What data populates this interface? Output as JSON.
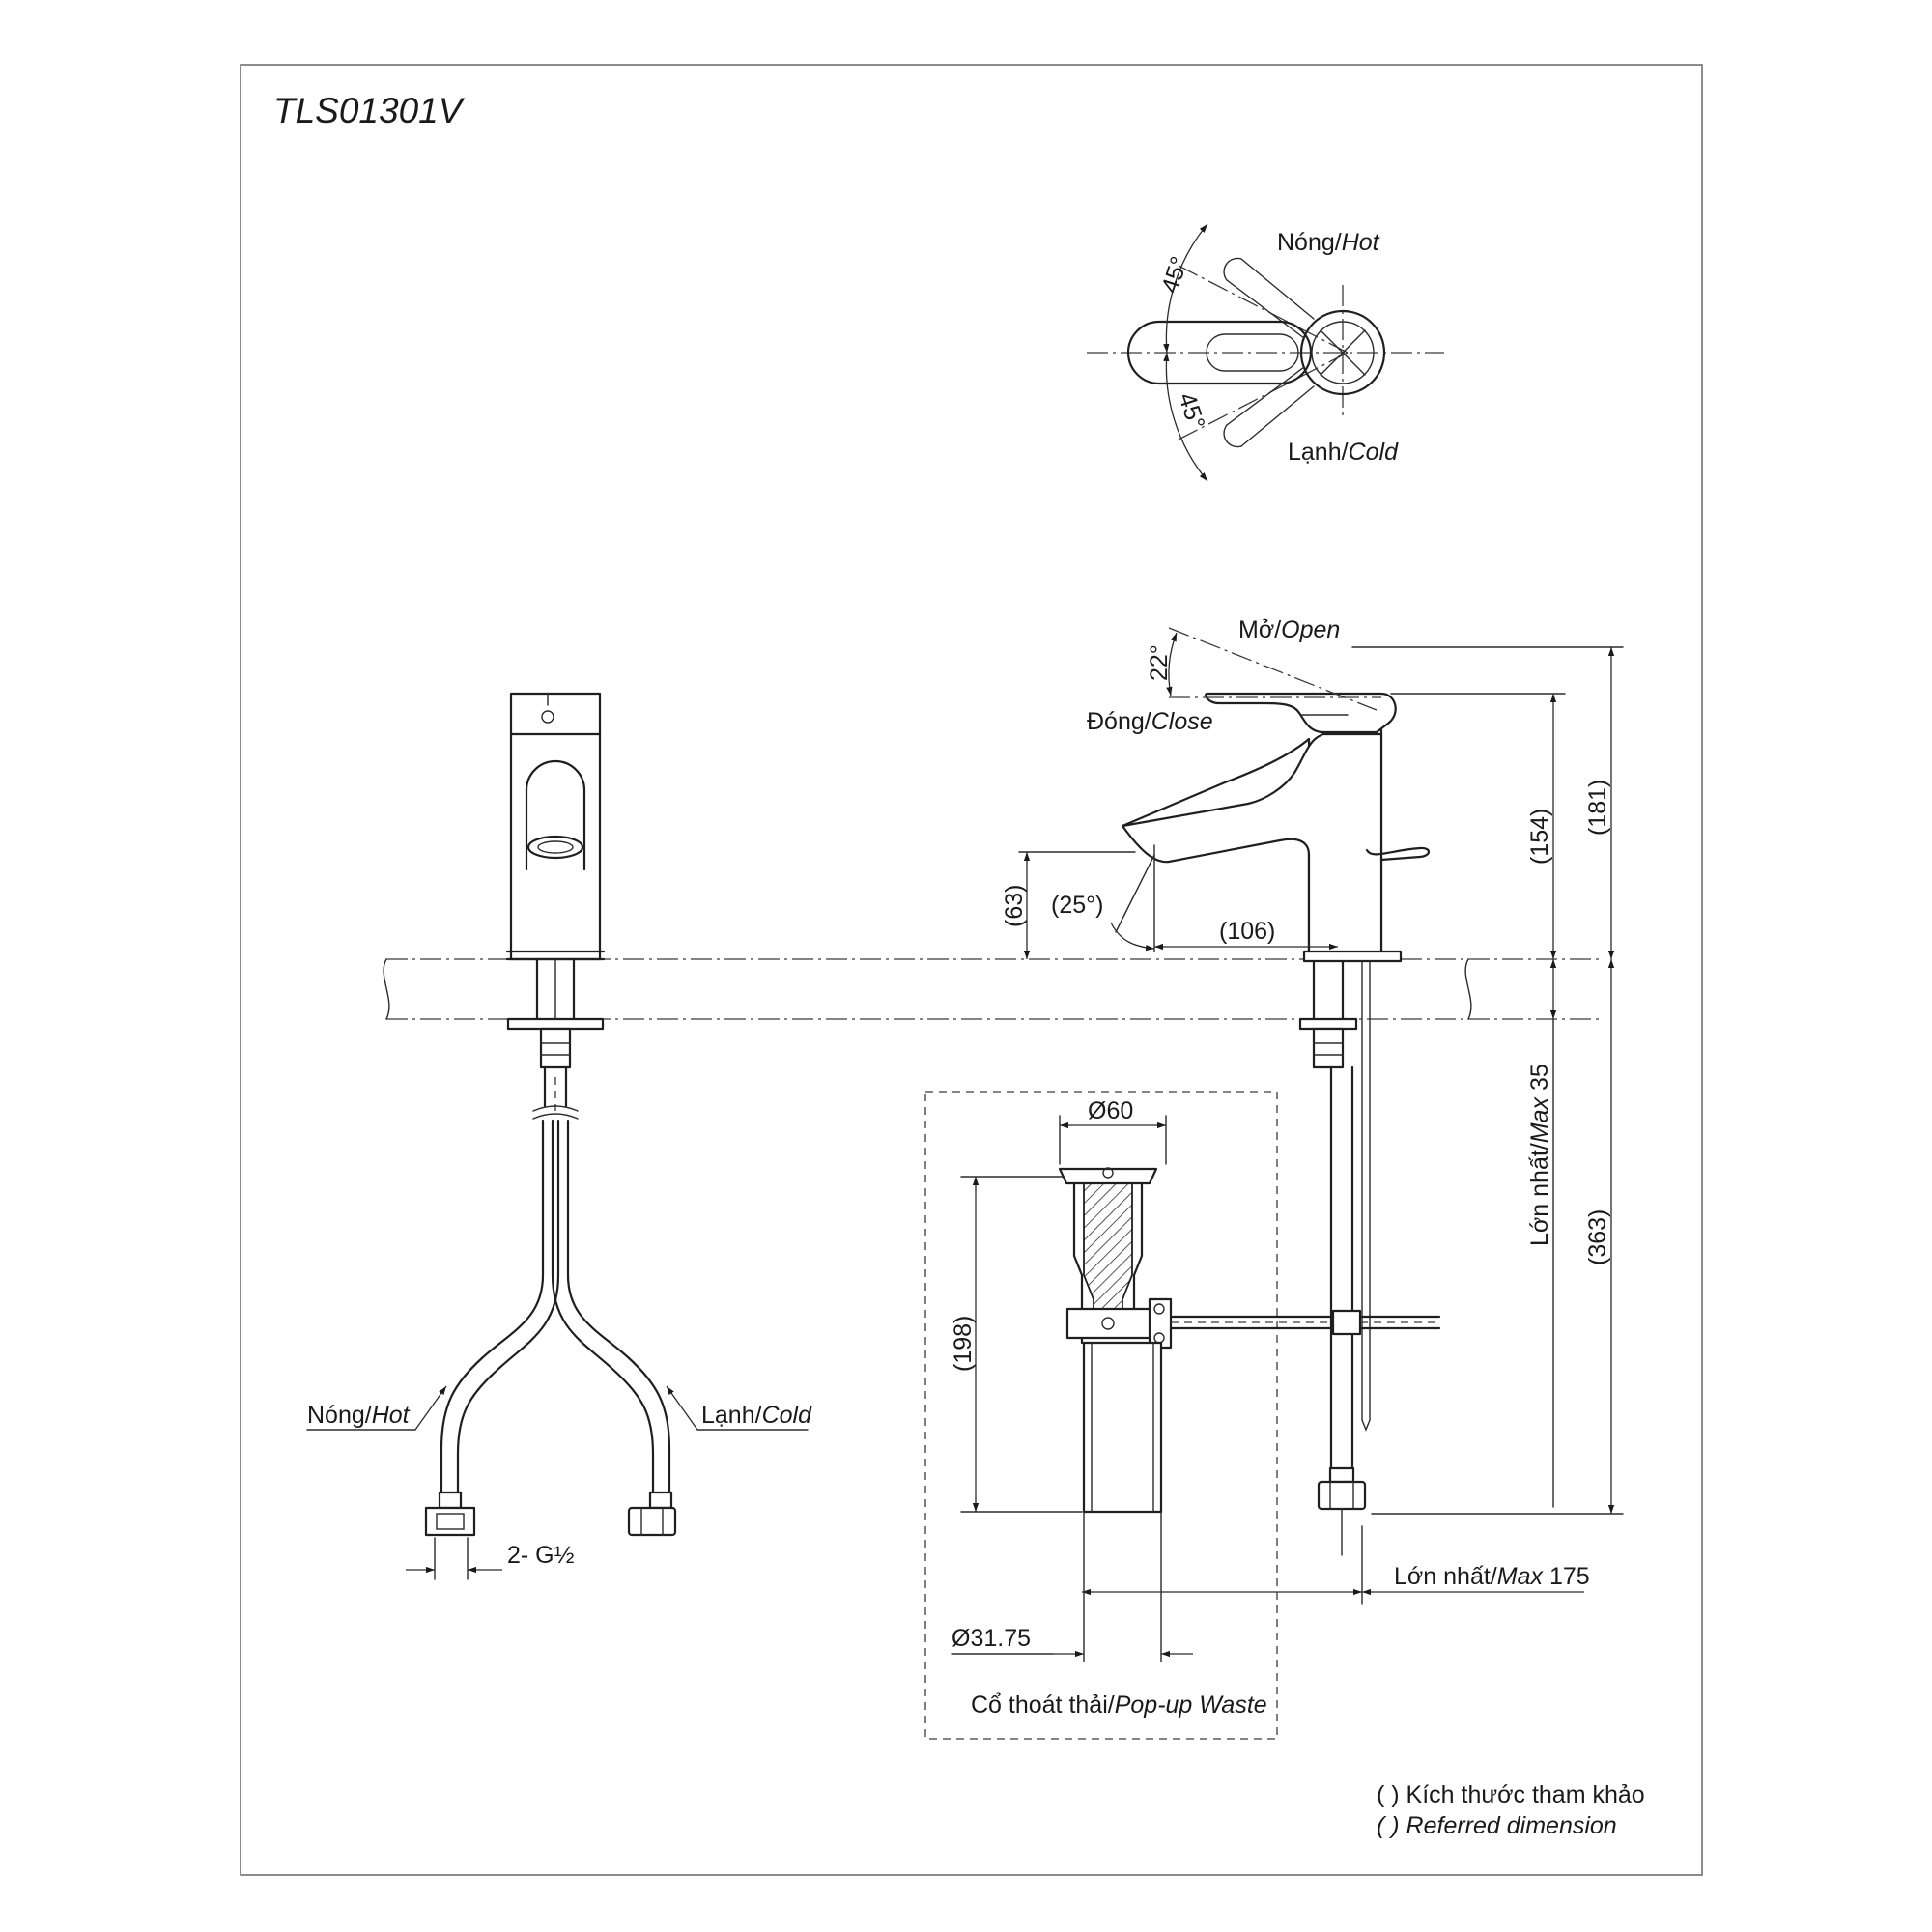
{
  "model": "TLS01301V",
  "top_view": {
    "angle_hot": "45°",
    "angle_cold": "45°",
    "label_hot_vn": "Nóng/",
    "label_hot_en": "Hot",
    "label_cold_vn": "Lạnh/",
    "label_cold_en": "Cold"
  },
  "side_view": {
    "angle_open": "22°",
    "label_open_vn": "Mở/",
    "label_open_en": "Open",
    "label_close_vn": "Đóng/",
    "label_close_en": "Close",
    "dim_63": "(63)",
    "dim_25": "(25°)",
    "dim_106": "(106)",
    "dim_154": "(154)",
    "dim_181": "(181)",
    "dim_max35_vn": "Lớn nhất/",
    "dim_max35_en": "Max",
    "dim_max35_val": " 35",
    "dim_363": "(363)",
    "dim_max175_vn": "Lớn nhất/",
    "dim_max175_en": "Max",
    "dim_max175_val": " 175"
  },
  "front_view": {
    "label_hot_vn": "Nóng/",
    "label_hot_en": "Hot",
    "label_cold_vn": "Lạnh/",
    "label_cold_en": "Cold",
    "thread": "2- G½"
  },
  "waste": {
    "dim_60": "Ø60",
    "dim_198": "(198)",
    "dim_3175": "Ø31.75",
    "label_vn": "Cổ thoát thải/",
    "label_en": "Pop-up Waste"
  },
  "notes": {
    "line1": "( ) Kích thước tham khảo",
    "line2": "( ) Referred dimension"
  }
}
